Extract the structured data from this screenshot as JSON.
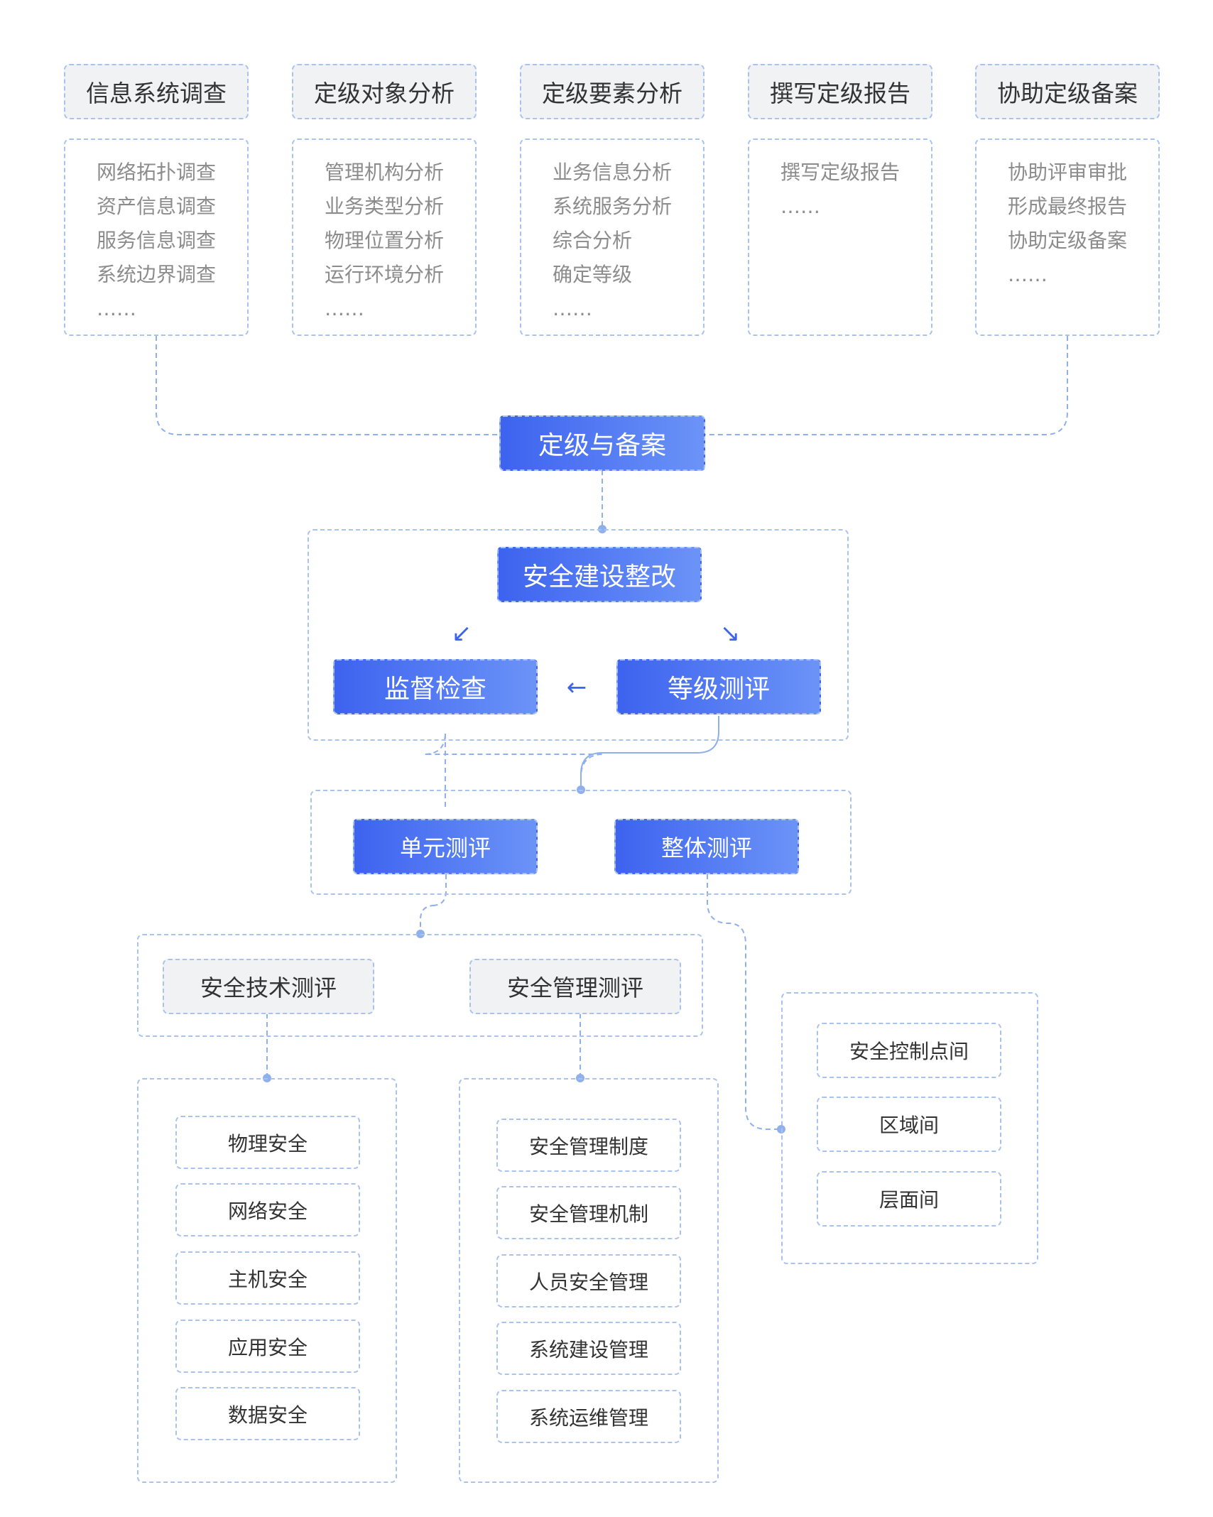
{
  "top_columns": [
    {
      "title": "信息系统调查",
      "items": [
        "网络拓扑调查",
        "资产信息调查",
        "服务信息调查",
        "系统边界调查",
        "……"
      ]
    },
    {
      "title": "定级对象分析",
      "items": [
        "管理机构分析",
        "业务类型分析",
        "物理位置分析",
        "运行环境分析",
        "……"
      ]
    },
    {
      "title": "定级要素分析",
      "items": [
        "业务信息分析",
        "系统服务分析",
        "综合分析",
        "确定等级",
        "……"
      ]
    },
    {
      "title": "撰写定级报告",
      "items": [
        "撰写定级报告",
        "……"
      ]
    },
    {
      "title": "协助定级备案",
      "items": [
        "协助评审审批",
        "形成最终报告",
        "协助定级备案",
        "……"
      ]
    }
  ],
  "stage_filing": "定级与备案",
  "rectification": {
    "top": "安全建设整改",
    "supervision": "监督检查",
    "grading_eval": "等级测评",
    "arrow_left_down": "↙",
    "arrow_right_down": "↘",
    "arrow_left": "←"
  },
  "eval_types": {
    "unit": "单元测评",
    "overall": "整体测评"
  },
  "unit_groups": {
    "tech": "安全技术测评",
    "mgmt": "安全管理测评"
  },
  "tech_items": [
    "物理安全",
    "网络安全",
    "主机安全",
    "应用安全",
    "数据安全"
  ],
  "mgmt_items": [
    "安全管理制度",
    "安全管理机制",
    "人员安全管理",
    "系统建设管理",
    "系统运维管理"
  ],
  "overall_items": [
    "安全控制点间",
    "区域间",
    "层面间"
  ],
  "colors": {
    "accent": "#3d63ef",
    "accent_light": "#6b93f7",
    "dashed": "#a9c2ee",
    "gray_bg": "#f1f2f4"
  }
}
